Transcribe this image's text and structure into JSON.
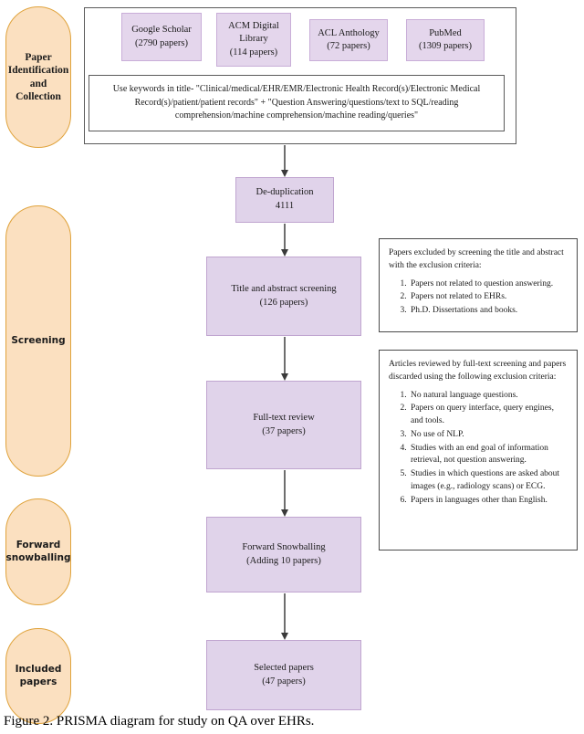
{
  "figure": {
    "caption": "Figure 2. PRISMA diagram for study on QA over EHRs."
  },
  "colors": {
    "stage_pill_fill": "#fbe0c0",
    "stage_pill_border": "#e0a33c",
    "source_box_fill": "#e4d6ec",
    "flow_box_fill": "#e0d3ea",
    "flow_box_border": "#c0a5d0",
    "connector": "#6e6e6e",
    "note_border": "#4a4a4a"
  },
  "stages": [
    {
      "id": "identification",
      "label": "Paper\nIdentification\nand\nCollection"
    },
    {
      "id": "screening",
      "label": "Screening"
    },
    {
      "id": "snowballing",
      "label": "Forward\nsnowballing"
    },
    {
      "id": "included",
      "label": "Included\npapers"
    }
  ],
  "sources": [
    {
      "name": "Google Scholar",
      "count": "(2790 papers)"
    },
    {
      "name": "ACM Digital\nLibrary",
      "count": "(114 papers)"
    },
    {
      "name": "ACL Anthology",
      "count": "(72 papers)"
    },
    {
      "name": "PubMed",
      "count": "(1309 papers)"
    }
  ],
  "keyword_query": "Use keywords in title- \"Clinical/medical/EHR/EMR/Electronic Health Record(s)/Electronic Medical Record(s)/patient/patient records\" + \"Question Answering/questions/text to SQL/reading comprehension/machine comprehension/machine reading/queries\"",
  "flow": [
    {
      "id": "dedup",
      "title": "De-duplication",
      "sub": "4111"
    },
    {
      "id": "title",
      "title": "Title and abstract screening",
      "sub": "(126 papers)"
    },
    {
      "id": "fulltext",
      "title": "Full-text review",
      "sub": "(37 papers)"
    },
    {
      "id": "snowball",
      "title": "Forward Snowballing",
      "sub": "(Adding 10 papers)"
    },
    {
      "id": "selected",
      "title": "Selected papers",
      "sub": "(47 papers)"
    }
  ],
  "notes": {
    "screening": {
      "intro": "Papers excluded by screening the title and abstract with the exclusion criteria:",
      "items": [
        "Papers not related to question answering.",
        "Papers not related to EHRs.",
        "Ph.D. Dissertations and books."
      ]
    },
    "fulltext": {
      "intro": "Articles reviewed by full-text screening and papers discarded using the following exclusion criteria:",
      "items": [
        "No natural language questions.",
        "Papers on query interface, query engines, and tools.",
        "No use of NLP.",
        "Studies with an end goal of information retrieval, not question answering.",
        "Studies in which questions are asked about images (e.g., radiology scans) or ECG.",
        "Papers in languages other than English."
      ]
    }
  }
}
